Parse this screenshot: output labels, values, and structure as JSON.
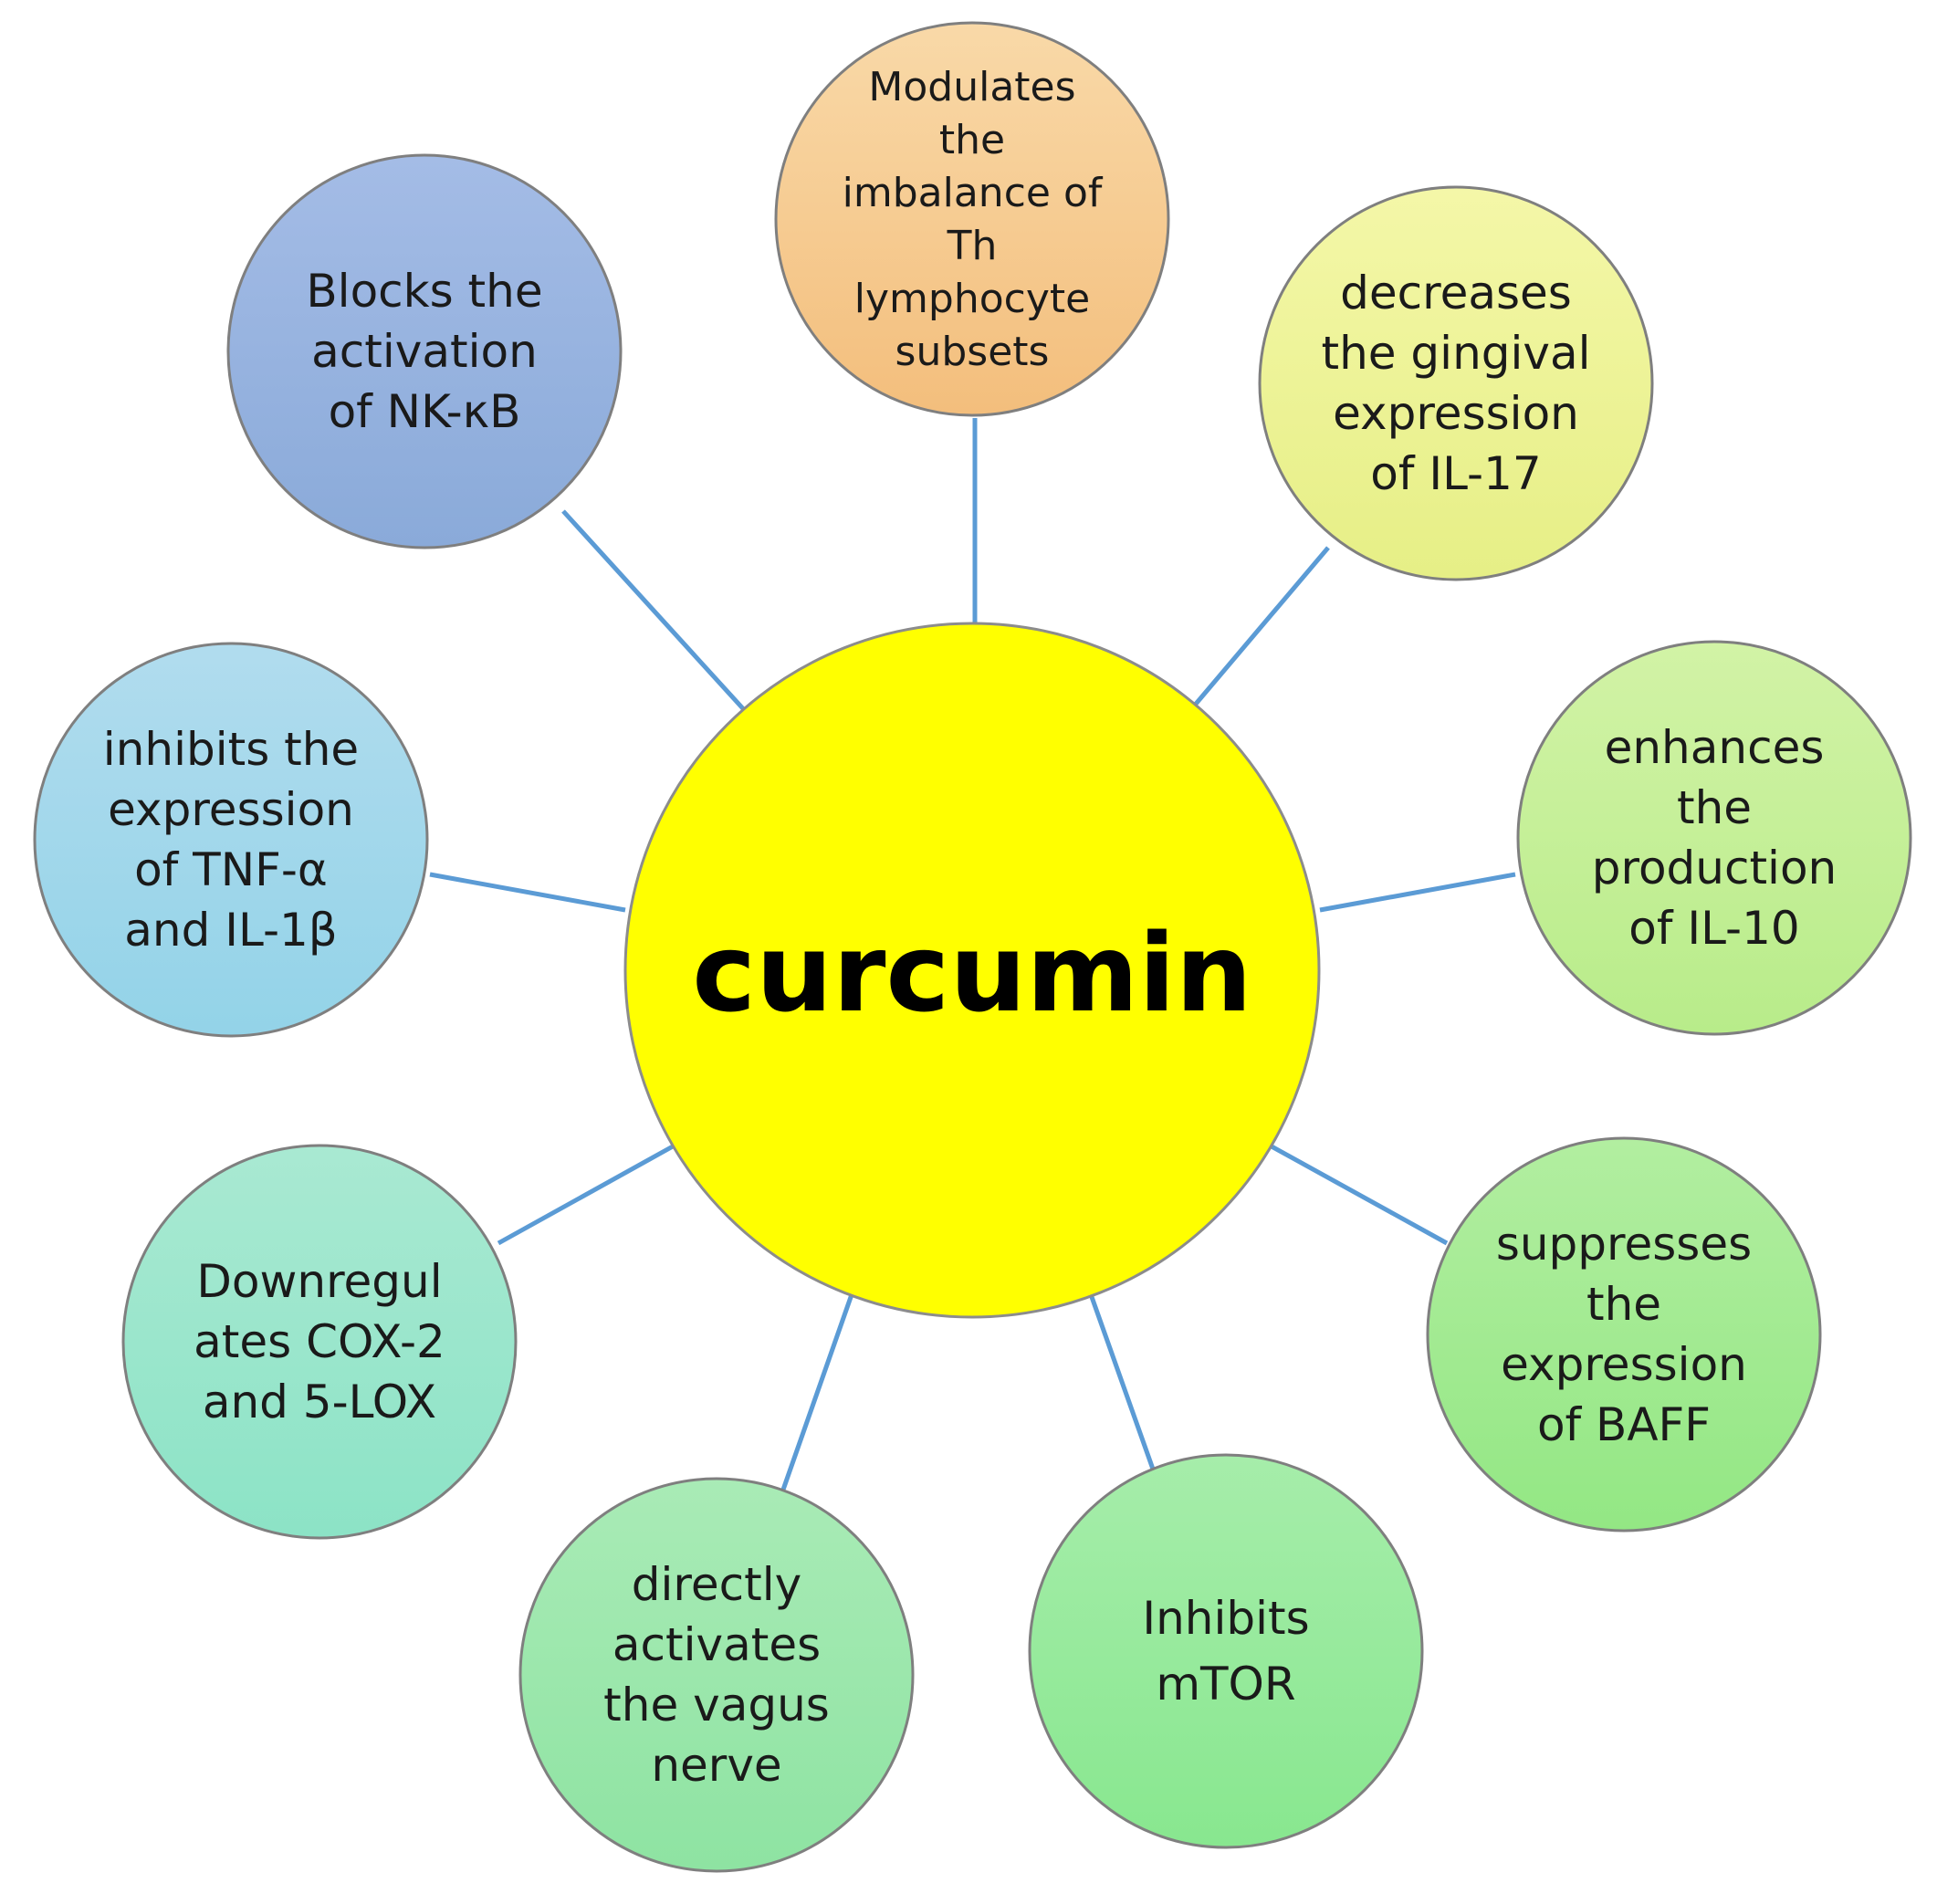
{
  "center": {
    "label": "curcumin",
    "color": "#ffff00"
  },
  "nodes": [
    {
      "id": "th-imbalance",
      "lines": [
        "Modulates",
        "the",
        "imbalance of",
        "Th",
        "lymphocyte",
        "subsets"
      ],
      "color_top": "#f9d9a8",
      "color_bottom": "#f3be7c"
    },
    {
      "id": "il17",
      "lines": [
        "decreases",
        "the gingival",
        "expression",
        "of IL-17"
      ],
      "color_top": "#f4f7a8",
      "color_bottom": "#e6ef86"
    },
    {
      "id": "il10",
      "lines": [
        "enhances",
        "the",
        "production",
        "of IL-10"
      ],
      "color_top": "#d2f3a6",
      "color_bottom": "#b8ec8a"
    },
    {
      "id": "baff",
      "lines": [
        "suppresses",
        "the",
        "expression",
        "of BAFF"
      ],
      "color_top": "#b2eea0",
      "color_bottom": "#93e784"
    },
    {
      "id": "mtor",
      "lines": [
        "Inhibits",
        "mTOR"
      ],
      "color_top": "#a6edaa",
      "color_bottom": "#88e78f"
    },
    {
      "id": "vagus",
      "lines": [
        "directly",
        "activates",
        "the vagus",
        "nerve"
      ],
      "color_top": "#a9ebb6",
      "color_bottom": "#8ee3a2"
    },
    {
      "id": "cox2",
      "lines": [
        "Downregul",
        "ates COX-2",
        "and 5-LOX"
      ],
      "color_top": "#a9e9d2",
      "color_bottom": "#8ce3c6"
    },
    {
      "id": "tnf",
      "lines": [
        "inhibits the",
        "expression",
        "of TNF-α",
        "and IL-1β"
      ],
      "color_top": "#b1dcee",
      "color_bottom": "#93d3e8"
    },
    {
      "id": "nfkb",
      "lines": [
        "Blocks the",
        "activation",
        "of NK-κB"
      ],
      "color_top": "#a4bce6",
      "color_bottom": "#8aaad9"
    }
  ],
  "connector_color": "#5b9bd5"
}
